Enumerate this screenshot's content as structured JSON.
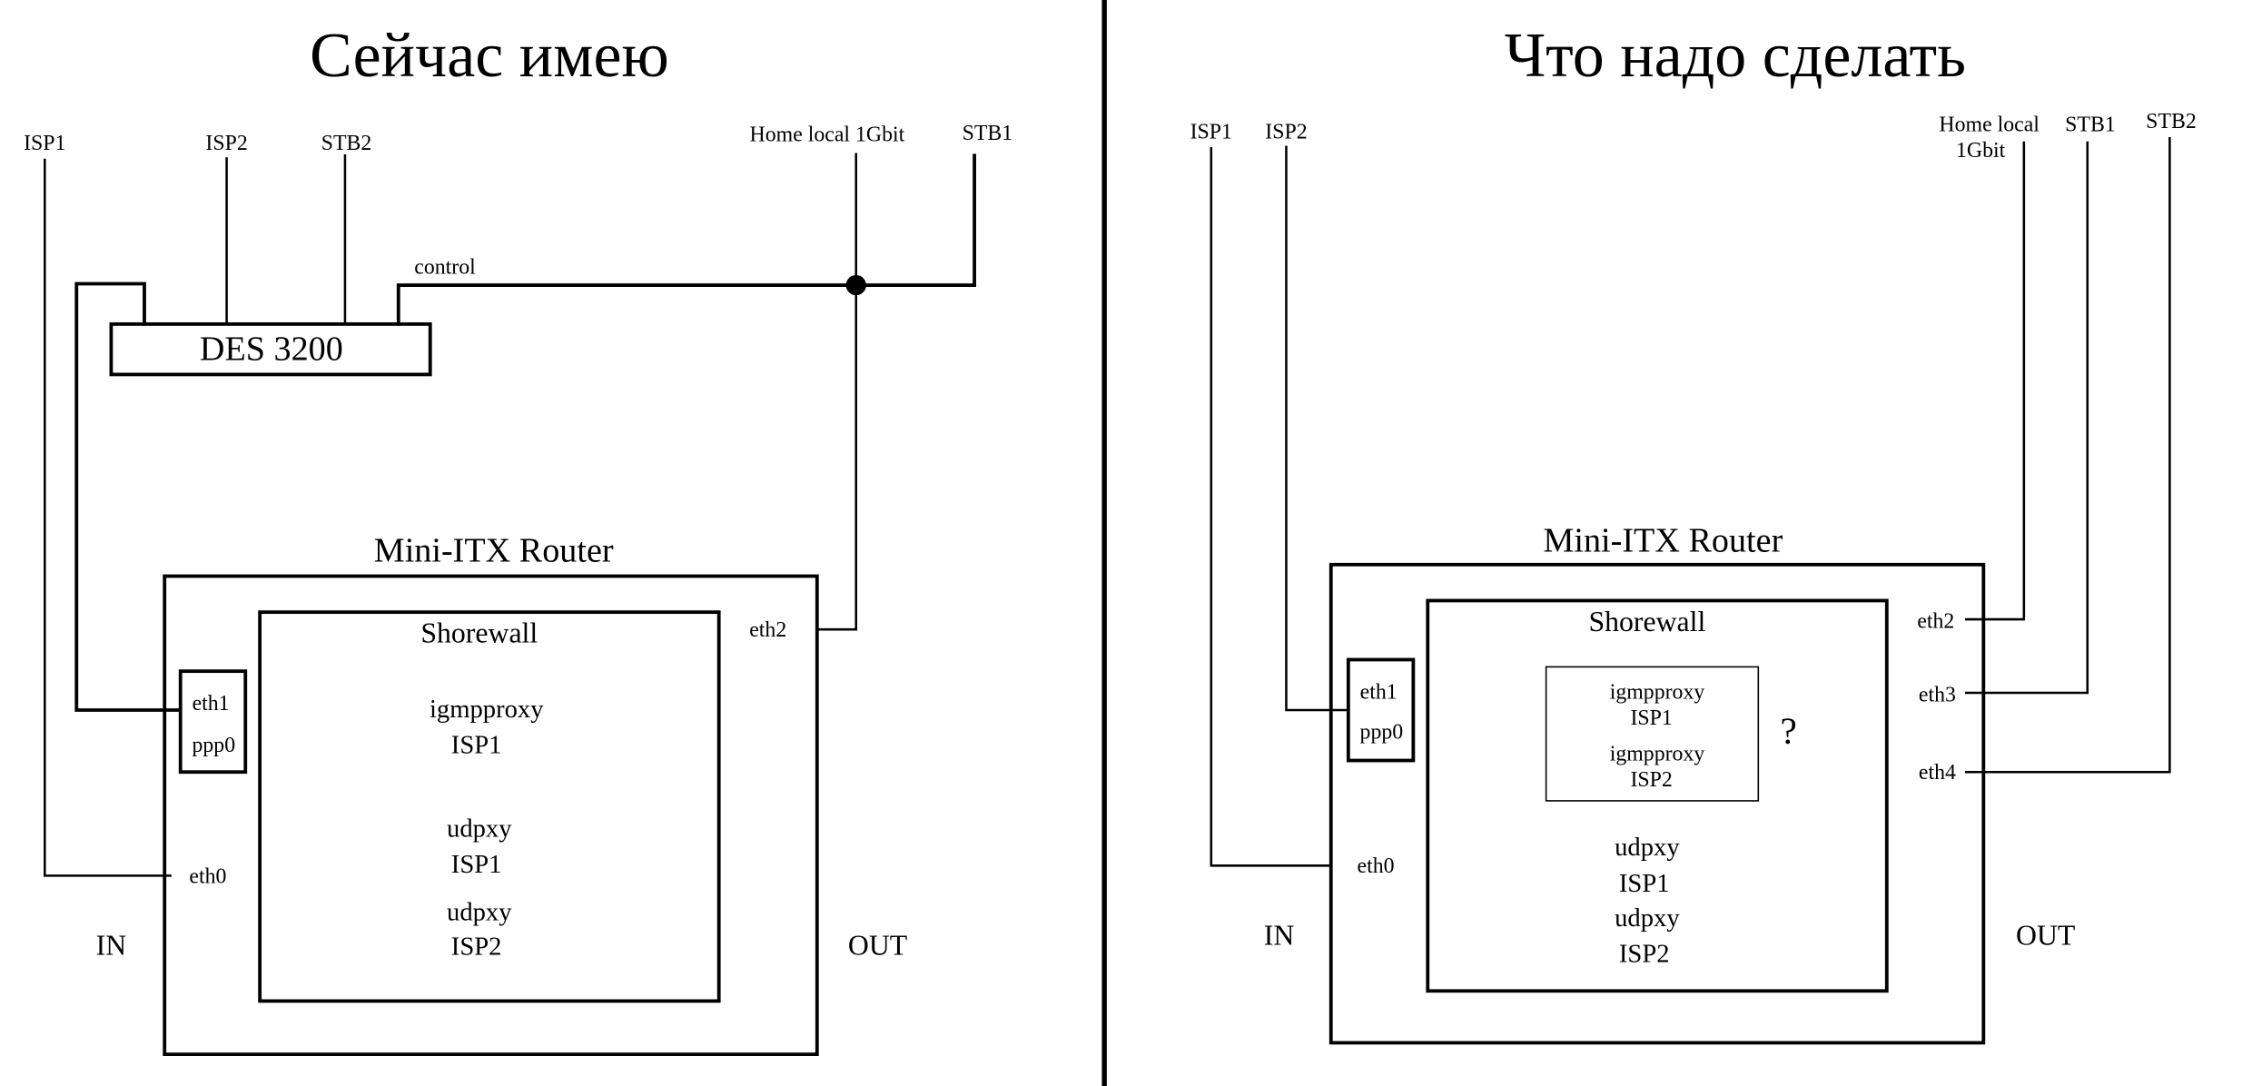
{
  "left_panel": {
    "title": "Сейчас имею",
    "sources": {
      "isp1": "ISP1",
      "isp2": "ISP2",
      "stb2": "STB2",
      "home_local": "Home local 1Gbit",
      "stb1": "STB1"
    },
    "control_label": "control",
    "switch_label": "DES 3200",
    "router_title": "Mini-ITX Router",
    "firewall_label": "Shorewall",
    "services": [
      {
        "name": "igmpproxy",
        "target": "ISP1"
      },
      {
        "name": "udpxy",
        "target": "ISP1"
      },
      {
        "name": "udpxy",
        "target": "ISP2"
      }
    ],
    "interfaces": {
      "eth1": "eth1",
      "ppp0": "ppp0",
      "eth0": "eth0",
      "eth2": "eth2"
    },
    "side_in": "IN",
    "side_out": "OUT"
  },
  "right_panel": {
    "title": "Что надо сделать",
    "sources": {
      "isp1": "ISP1",
      "isp2": "ISP2",
      "home_local_line1": "Home local",
      "home_local_line2": "1Gbit",
      "stb1": "STB1",
      "stb2": "STB2"
    },
    "router_title": "Mini-ITX Router",
    "firewall_label": "Shorewall",
    "proxy_box": [
      {
        "name": "igmpproxy",
        "target": "ISP1"
      },
      {
        "name": "igmpproxy",
        "target": "ISP2"
      }
    ],
    "question_mark": "?",
    "services": [
      {
        "name": "udpxy",
        "target": "ISP1"
      },
      {
        "name": "udpxy",
        "target": "ISP2"
      }
    ],
    "interfaces": {
      "eth1": "eth1",
      "ppp0": "ppp0",
      "eth0": "eth0",
      "eth2": "eth2",
      "eth3": "eth3",
      "eth4": "eth4"
    },
    "side_in": "IN",
    "side_out": "OUT"
  }
}
